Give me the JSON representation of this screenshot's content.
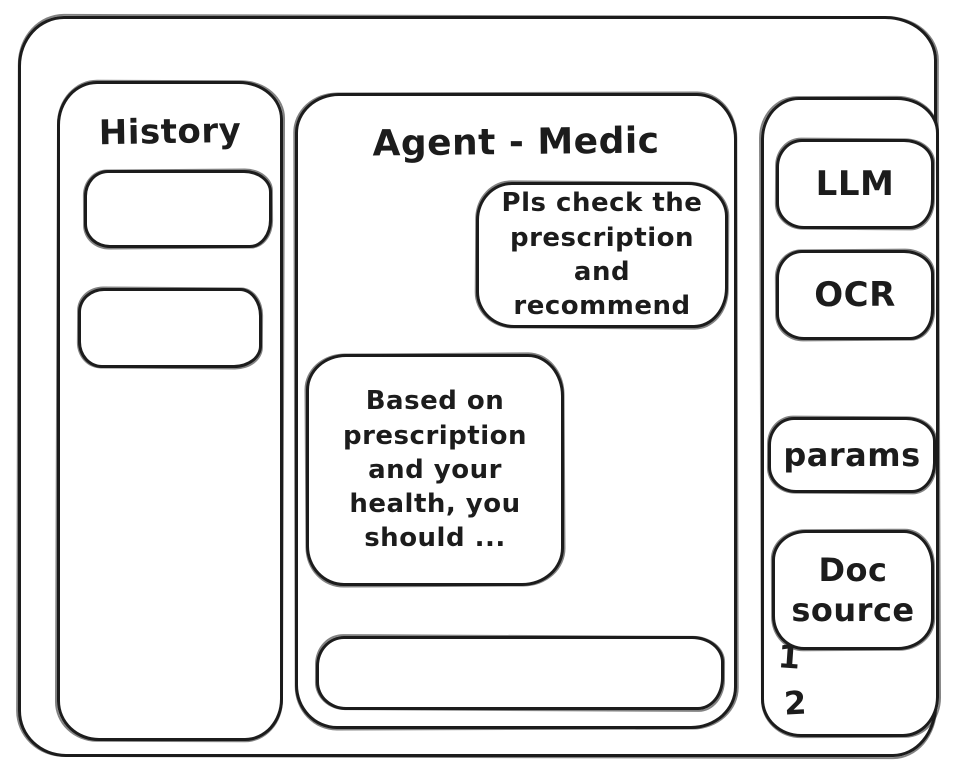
{
  "colors": {
    "ink": "#1c1c1c",
    "background": "#ffffff"
  },
  "header": {
    "title": "Agent - Medic"
  },
  "sidebar_history": {
    "title": "History",
    "items": [
      {
        "label": ""
      },
      {
        "label": ""
      }
    ]
  },
  "chat": {
    "messages": [
      {
        "role": "user",
        "text": "Pls check the prescription and recommend"
      },
      {
        "role": "assistant",
        "text": "Based on prescription and your health, you should ..."
      }
    ],
    "input": {
      "value": ""
    }
  },
  "tools_panel": {
    "buttons": [
      {
        "label": "LLM"
      },
      {
        "label": "OCR"
      },
      {
        "label": "params"
      },
      {
        "label": "Doc source"
      }
    ],
    "doc_source_items": [
      {
        "label": "1"
      },
      {
        "label": "2"
      }
    ]
  }
}
